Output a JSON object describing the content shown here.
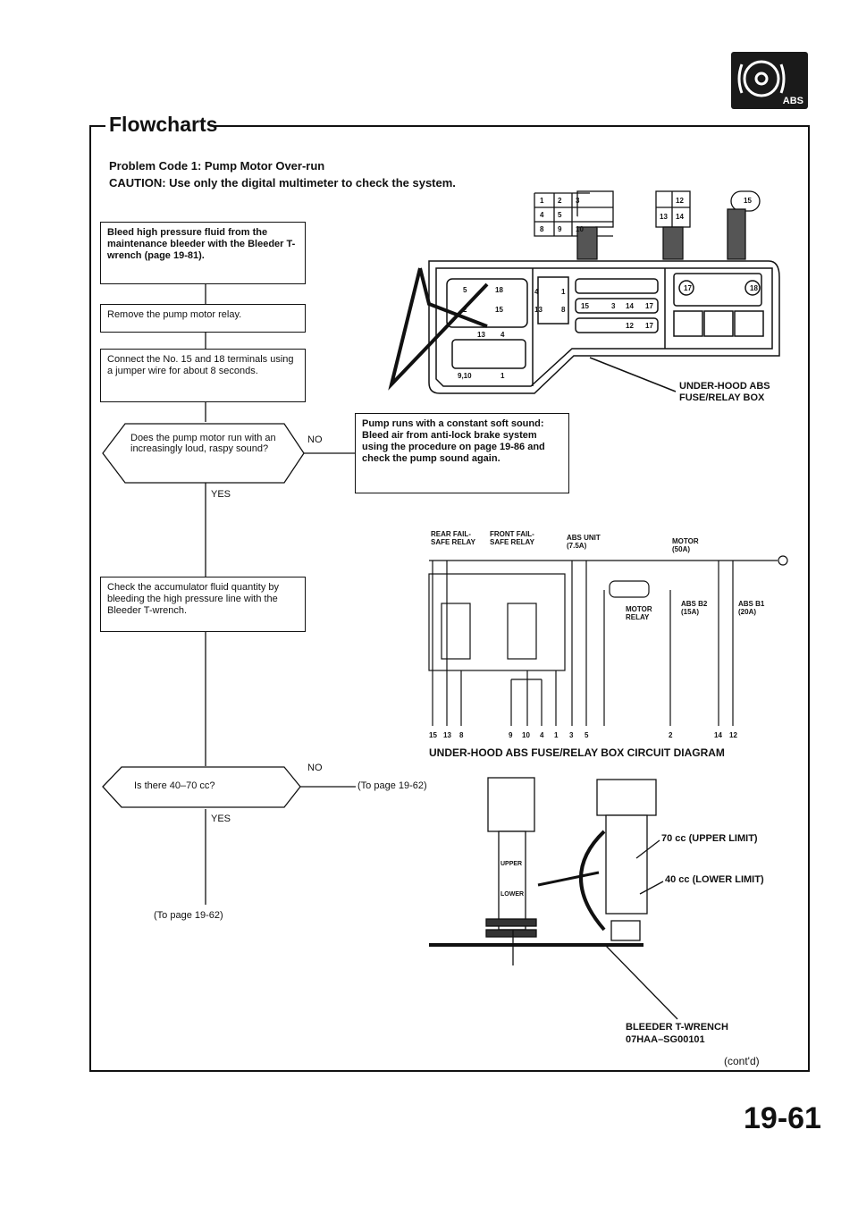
{
  "header": {
    "badge_label": "ABS",
    "section_title": "Flowcharts"
  },
  "problem": {
    "code_line": "Problem Code 1: Pump Motor Over-run",
    "caution": "CAUTION: Use only the digital multimeter to check the system."
  },
  "flow": {
    "step1": "Bleed high pressure fluid from the maintenance bleeder with the Bleeder T-wrench (page 19-81).",
    "step2": "Remove the pump motor relay.",
    "step3": "Connect the No. 15 and 18 terminals using a jumper wire for about 8 seconds.",
    "question1": "Does the pump motor run with an increasingly loud, raspy sound?",
    "q1_no": "NO",
    "q1_yes": "YES",
    "q1_no_result": "Pump runs with a constant soft sound: Bleed air from anti-lock brake system using the procedure on page 19-86 and check the pump sound again.",
    "step4": "Check the accumulator fluid quantity by bleeding the high pressure line with the Bleeder T-wrench.",
    "question2": "Is there 40–70 cc?",
    "q2_no": "NO",
    "q2_yes": "YES",
    "q2_no_ref": "(To page 19-62)",
    "q2_yes_ref": "(To page 19-62)"
  },
  "fuse_box": {
    "connector_a": [
      "1",
      "2",
      "3",
      "4",
      "5",
      "8",
      "9",
      "10"
    ],
    "connector_b": [
      "12",
      "13",
      "14"
    ],
    "connector_c": "15",
    "terminals": [
      "5",
      "18",
      "2",
      "15",
      "4",
      "1",
      "13",
      "8",
      "15",
      "3",
      "14",
      "17",
      "12",
      "17",
      "13",
      "4",
      "9,10",
      "1",
      "17",
      "18"
    ],
    "label": "UNDER-HOOD ABS FUSE/RELAY BOX"
  },
  "circuit": {
    "rear_relay": "REAR FAIL-SAFE RELAY",
    "front_relay": "FRONT FAIL-SAFE RELAY",
    "abs_unit": "ABS UNIT (7.5A)",
    "motor_fuse": "MOTOR (50A)",
    "motor_relay": "MOTOR RELAY",
    "abs_b2": "ABS B2 (15A)",
    "abs_b1": "ABS B1 (20A)",
    "bottom_terminals": [
      "15",
      "13",
      "8",
      "9",
      "10",
      "4",
      "1",
      "3",
      "5",
      "2",
      "14",
      "12"
    ],
    "caption": "UNDER-HOOD ABS FUSE/RELAY BOX CIRCUIT DIAGRAM"
  },
  "accumulator": {
    "upper_mark": "UPPER",
    "lower_mark": "LOWER",
    "upper_limit": "70 cc (UPPER LIMIT)",
    "lower_limit": "40 cc (LOWER LIMIT)",
    "tool_name": "BLEEDER T-WRENCH",
    "tool_part": "07HAA–SG00101"
  },
  "footer": {
    "contd": "(cont'd)",
    "page_number": "19-61"
  }
}
